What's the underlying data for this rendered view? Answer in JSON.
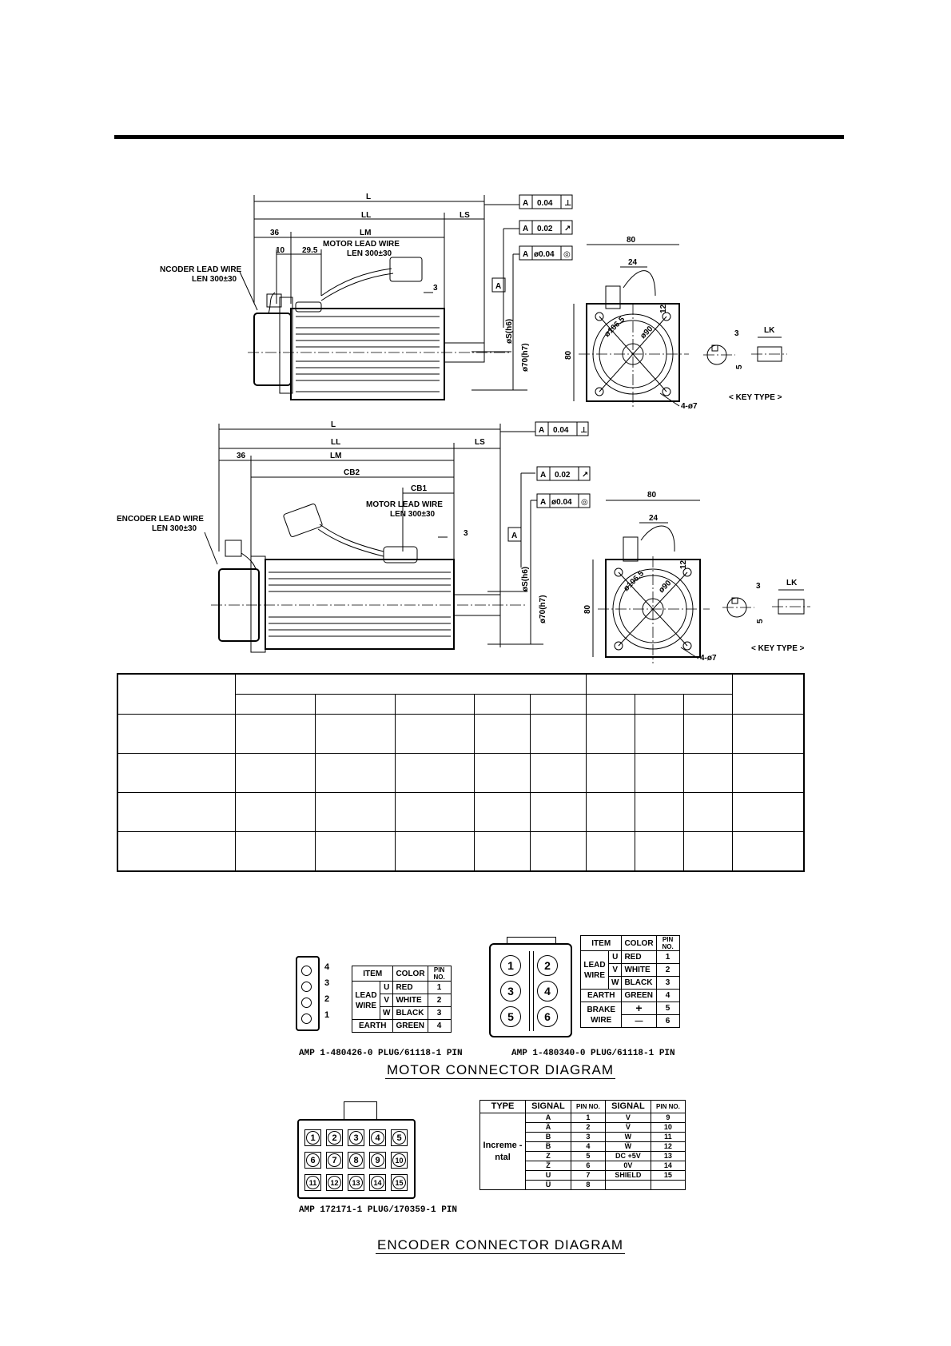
{
  "drawing_top": {
    "dims": {
      "L": "L",
      "LL": "LL",
      "LS": "LS",
      "d36": "36",
      "LM": "LM",
      "d10": "10",
      "d29_5": "29.5",
      "d3": "3",
      "d80w": "80",
      "d24": "24",
      "d80h": "80",
      "d12": "12",
      "d3k": "3",
      "LK": "LK",
      "d5": "5"
    },
    "tol": {
      "perp": "0.04",
      "run": "0.02",
      "conc": "ø0.04",
      "datum": "A"
    },
    "encoder_label": "NCODER LEAD WIRE",
    "encoder_len": "LEN 300±30",
    "motor_label": "MOTOR LEAD WIRE",
    "motor_len": "LEN 300±30",
    "shaft_s": "øS(h6)",
    "shaft_70": "ø70(h7)",
    "d106": "ø106.5",
    "d90": "ø90",
    "holes": "4-ø7",
    "key_type": "< KEY TYPE >"
  },
  "drawing_bottom": {
    "dims": {
      "L": "L",
      "LL": "LL",
      "LS": "LS",
      "d36": "36",
      "LM": "LM",
      "CB2": "CB2",
      "CB1": "CB1",
      "d3": "3",
      "d80w": "80",
      "d24": "24",
      "d80h": "80",
      "d12": "12",
      "d3k": "3",
      "LK": "LK",
      "d5": "5"
    },
    "tol": {
      "perp": "0.04",
      "run": "0.02",
      "conc": "ø0.04",
      "datum": "A"
    },
    "encoder_label": "ENCODER LEAD WIRE",
    "encoder_len": "LEN 300±30",
    "motor_label": "MOTOR LEAD WIRE",
    "motor_len": "LEN 300±30",
    "shaft_s": "øS(h6)",
    "shaft_70": "ø70(h7)",
    "d106": "ø106.5",
    "d90": "ø90",
    "holes": "4-ø7",
    "key_type": "< KEY TYPE >"
  },
  "motor_connector": {
    "left": {
      "pins": [
        "4",
        "3",
        "2",
        "1"
      ],
      "headers": [
        "ITEM",
        "COLOR",
        "PIN NO."
      ],
      "group": "LEAD WIRE",
      "rows": [
        [
          "U",
          "RED",
          "1"
        ],
        [
          "V",
          "WHITE",
          "2"
        ],
        [
          "W",
          "BLACK",
          "3"
        ]
      ],
      "earth": [
        "EARTH",
        "GREEN",
        "4"
      ],
      "caption": "AMP 1-480426-0 PLUG/61118-1 PIN"
    },
    "right": {
      "pins": [
        "1",
        "2",
        "3",
        "4",
        "5",
        "6"
      ],
      "headers": [
        "ITEM",
        "COLOR",
        "PIN NO."
      ],
      "group": "LEAD WIRE",
      "rows": [
        [
          "U",
          "RED",
          "1"
        ],
        [
          "V",
          "WHITE",
          "2"
        ],
        [
          "W",
          "BLACK",
          "3"
        ]
      ],
      "earth": [
        "EARTH",
        "GREEN",
        "4"
      ],
      "brake": "BRAKE WIRE",
      "brake_rows": [
        [
          "+",
          "5"
        ],
        [
          "—",
          "6"
        ]
      ],
      "caption": "AMP 1-480340-0 PLUG/61118-1 PIN"
    },
    "title": "MOTOR CONNECTOR DIAGRAM"
  },
  "encoder_connector": {
    "pins": [
      "1",
      "2",
      "3",
      "4",
      "5",
      "6",
      "7",
      "8",
      "9",
      "10",
      "11",
      "12",
      "13",
      "14",
      "15"
    ],
    "caption": "AMP 172171-1 PLUG/170359-1 PIN",
    "headers": [
      "TYPE",
      "SIGNAL",
      "PIN NO.",
      "SIGNAL",
      "PIN NO."
    ],
    "type_label": "Increme -ntal",
    "rows": [
      [
        "A",
        "1",
        "V",
        "9"
      ],
      [
        "A̅",
        "2",
        "V̅",
        "10"
      ],
      [
        "B",
        "3",
        "W",
        "11"
      ],
      [
        "B̅",
        "4",
        "W̅",
        "12"
      ],
      [
        "Z",
        "5",
        "DC +5V",
        "13"
      ],
      [
        "Z̅",
        "6",
        "0V",
        "14"
      ],
      [
        "U",
        "7",
        "SHIELD",
        "15"
      ],
      [
        "U̅",
        "8",
        "",
        ""
      ]
    ],
    "title": "ENCODER CONNECTOR DIAGRAM"
  }
}
